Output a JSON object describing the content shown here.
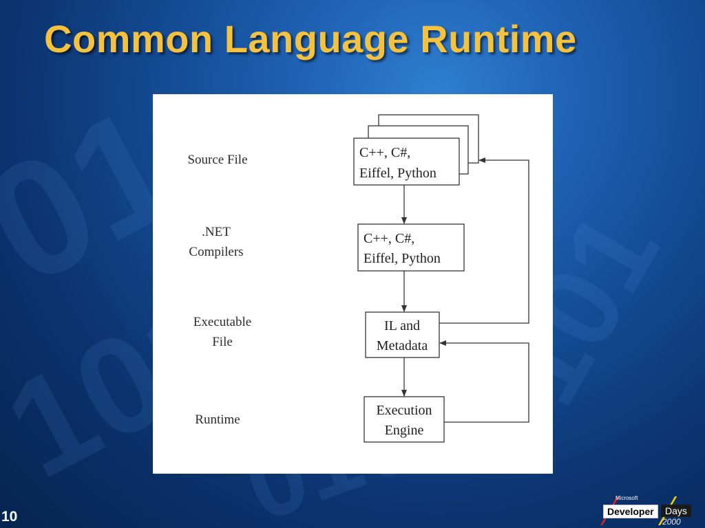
{
  "slide": {
    "title": "Common Language Runtime",
    "page_number": "10"
  },
  "diagram": {
    "stages": [
      {
        "label_lines": [
          "Source File"
        ],
        "box_lines": [
          "C++, C#,",
          "Eiffel, Python"
        ]
      },
      {
        "label_lines": [
          ".NET",
          "Compilers"
        ],
        "box_lines": [
          "C++, C#,",
          "Eiffel, Python"
        ]
      },
      {
        "label_lines": [
          "Executable",
          "File"
        ],
        "box_lines": [
          "IL and",
          "Metadata"
        ]
      },
      {
        "label_lines": [
          "Runtime"
        ],
        "box_lines": [
          "Execution",
          "Engine"
        ]
      }
    ]
  },
  "logo": {
    "microsoft": "Microsoft",
    "developer": "Developer",
    "days": "Days",
    "year": "2000"
  },
  "colors": {
    "title": "#f4c23f",
    "background_dark": "#06244f",
    "background_light": "#2f7fd0",
    "diagram_line": "#333333"
  }
}
